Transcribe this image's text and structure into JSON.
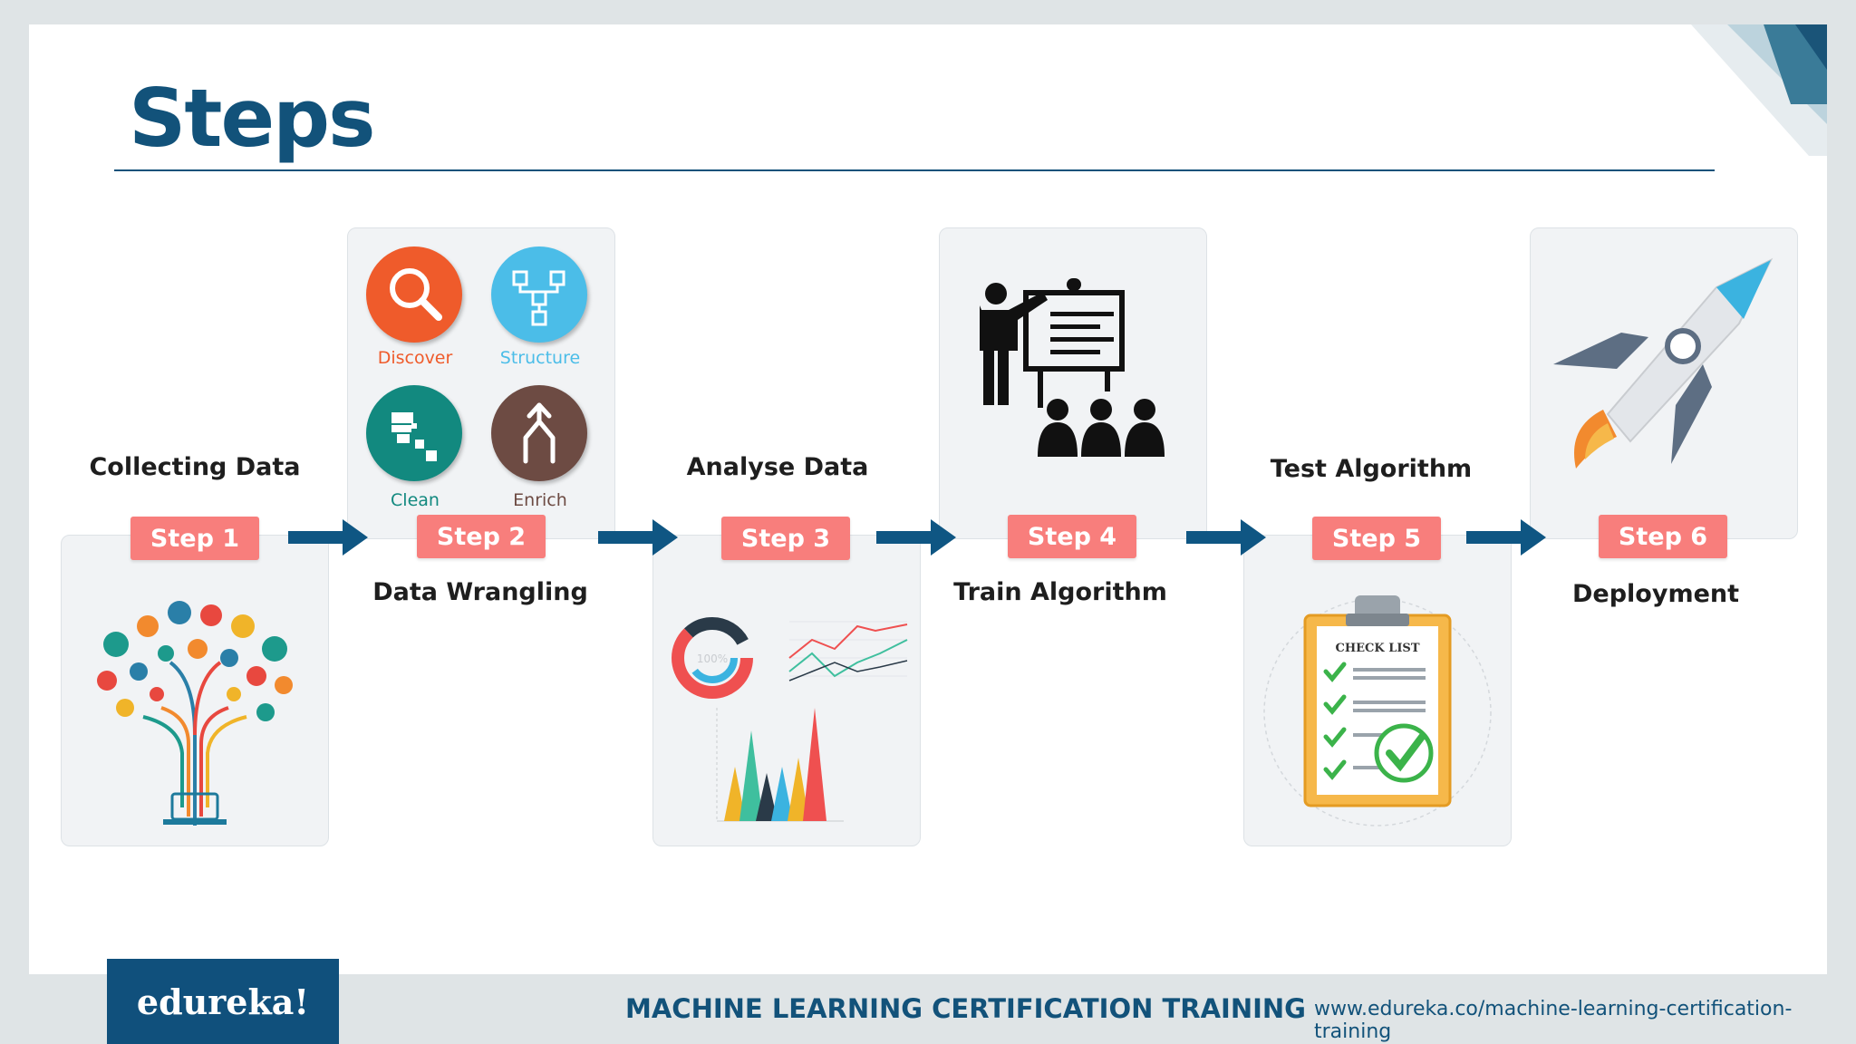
{
  "title": "Steps",
  "steps": [
    {
      "badge": "Step 1",
      "label": "Collecting Data"
    },
    {
      "badge": "Step 2",
      "label": "Data Wrangling"
    },
    {
      "badge": "Step 3",
      "label": "Analyse Data"
    },
    {
      "badge": "Step 4",
      "label": "Train Algorithm"
    },
    {
      "badge": "Step 5",
      "label": "Test Algorithm"
    },
    {
      "badge": "Step 6",
      "label": "Deployment"
    }
  ],
  "wrangling": {
    "discover": {
      "label": "Discover",
      "color": "#ef5b2b"
    },
    "structure": {
      "label": "Structure",
      "color": "#4bbde8"
    },
    "clean": {
      "label": "Clean",
      "color": "#12897f"
    },
    "enrich": {
      "label": "Enrich",
      "color": "#6d4b43"
    }
  },
  "analyse": {
    "donut_label": "100%"
  },
  "test": {
    "checklist_title": "CHECK LIST"
  },
  "colors": {
    "accent": "#12527a",
    "badge": "#f87e7c",
    "arrow": "#0f5683"
  },
  "footer": {
    "logo": "edureka!",
    "course": "MACHINE LEARNING CERTIFICATION TRAINING",
    "url": "www.edureka.co/machine-learning-certification-training"
  }
}
